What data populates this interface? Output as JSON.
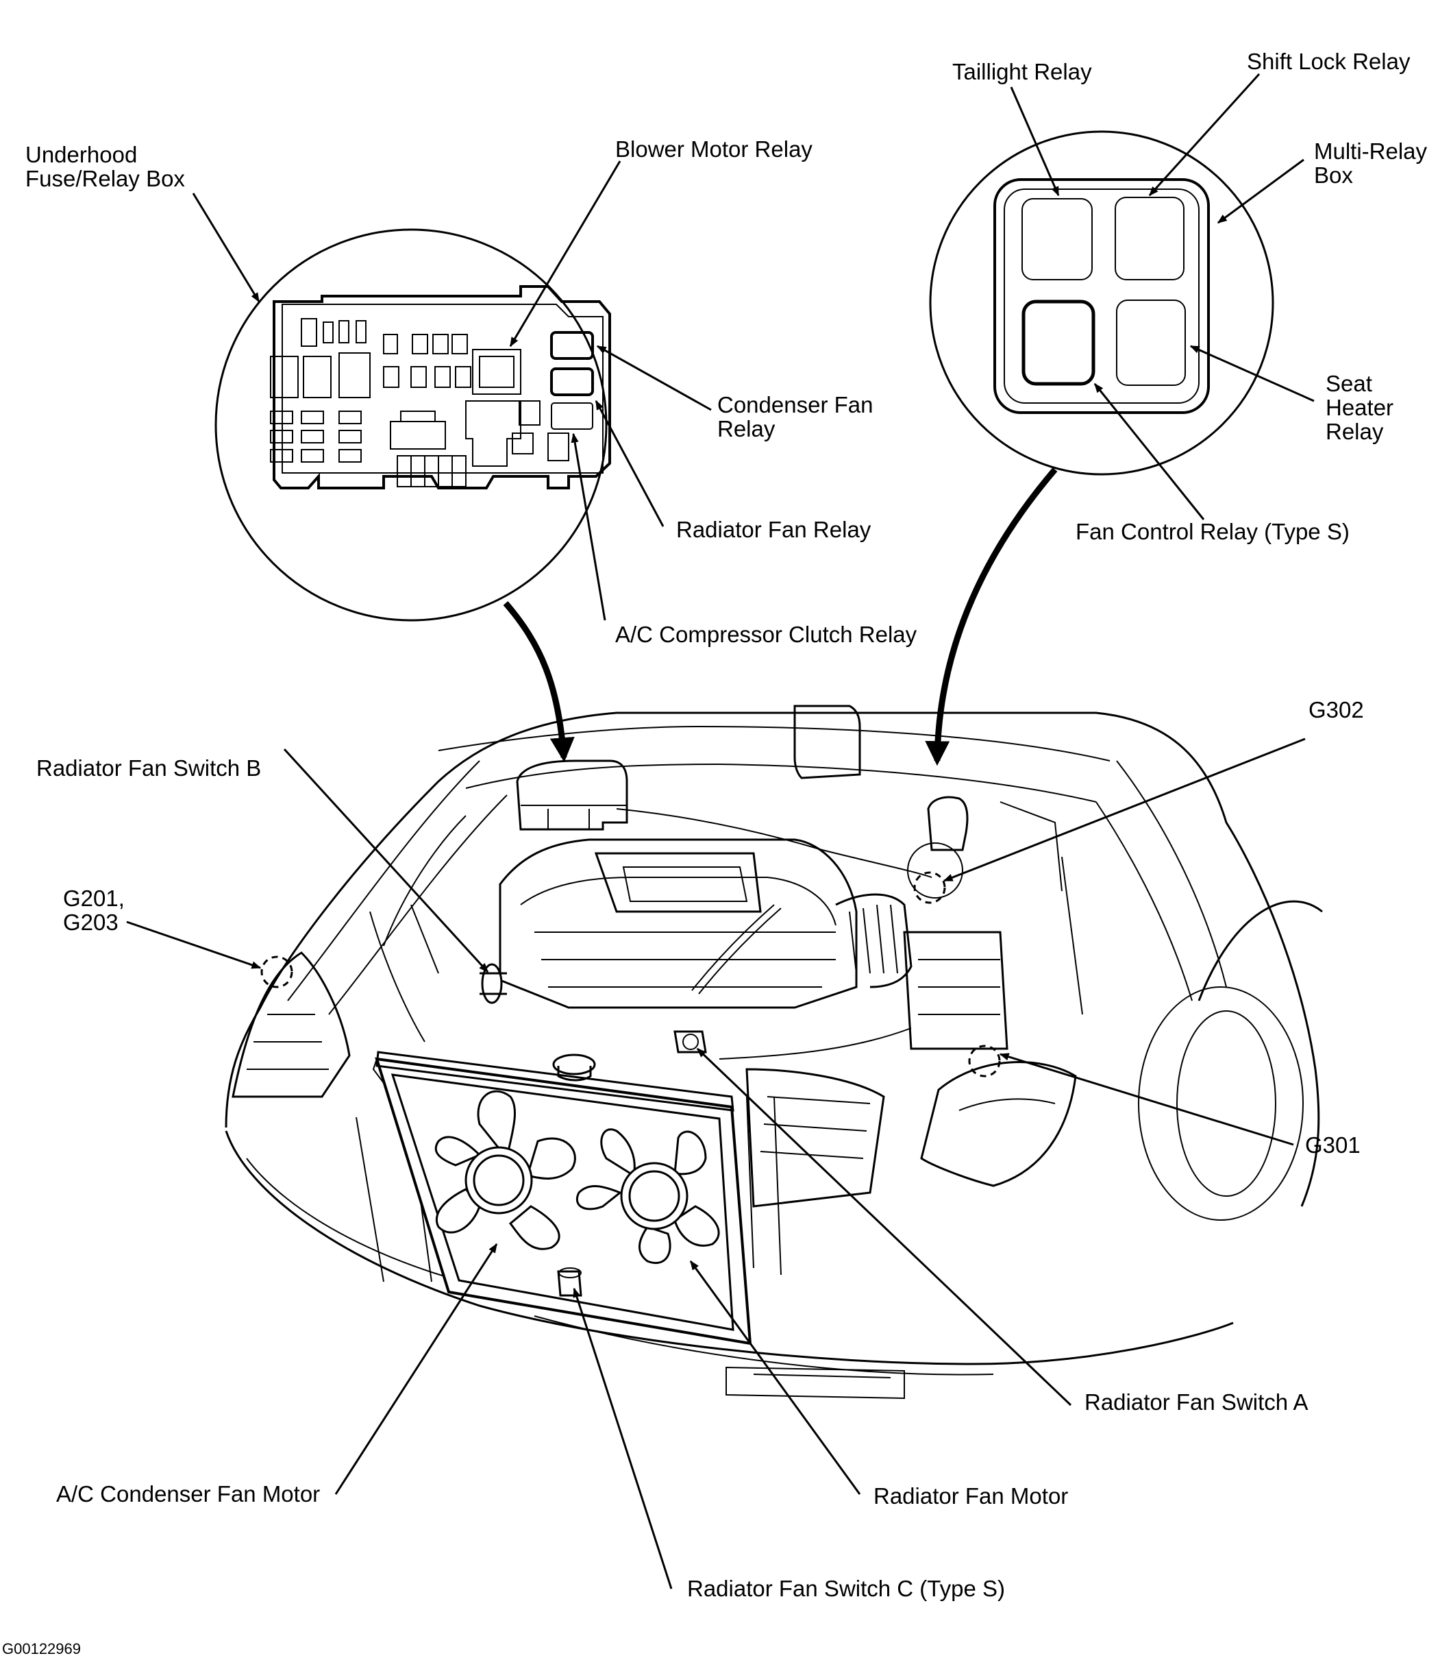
{
  "labels": {
    "underhood_box": [
      "Underhood",
      "Fuse/Relay Box"
    ],
    "blower_motor_relay": "Blower Motor Relay",
    "condenser_fan_relay": [
      "Condenser Fan",
      "Relay"
    ],
    "radiator_fan_relay": "Radiator Fan Relay",
    "ac_compressor_clutch_relay": "A/C Compressor Clutch Relay",
    "taillight_relay": "Taillight Relay",
    "shift_lock_relay": "Shift Lock Relay",
    "multi_relay_box": [
      "Multi-Relay",
      "Box"
    ],
    "seat_heater_relay": [
      "Seat",
      "Heater",
      "Relay"
    ],
    "fan_control_relay": "Fan Control Relay (Type S)",
    "g302": "G302",
    "radiator_fan_switch_b": "Radiator Fan Switch B",
    "g201_g203": [
      "G201,",
      "G203"
    ],
    "g301": "G301",
    "radiator_fan_switch_a": "Radiator Fan Switch A",
    "ac_condenser_fan_motor": "A/C Condenser Fan Motor",
    "radiator_fan_motor": "Radiator Fan Motor",
    "radiator_fan_switch_c": "Radiator Fan Switch C (Type S)"
  },
  "figure_code": "G00122969",
  "colors": {
    "ink": "#000000",
    "paper": "#ffffff"
  }
}
